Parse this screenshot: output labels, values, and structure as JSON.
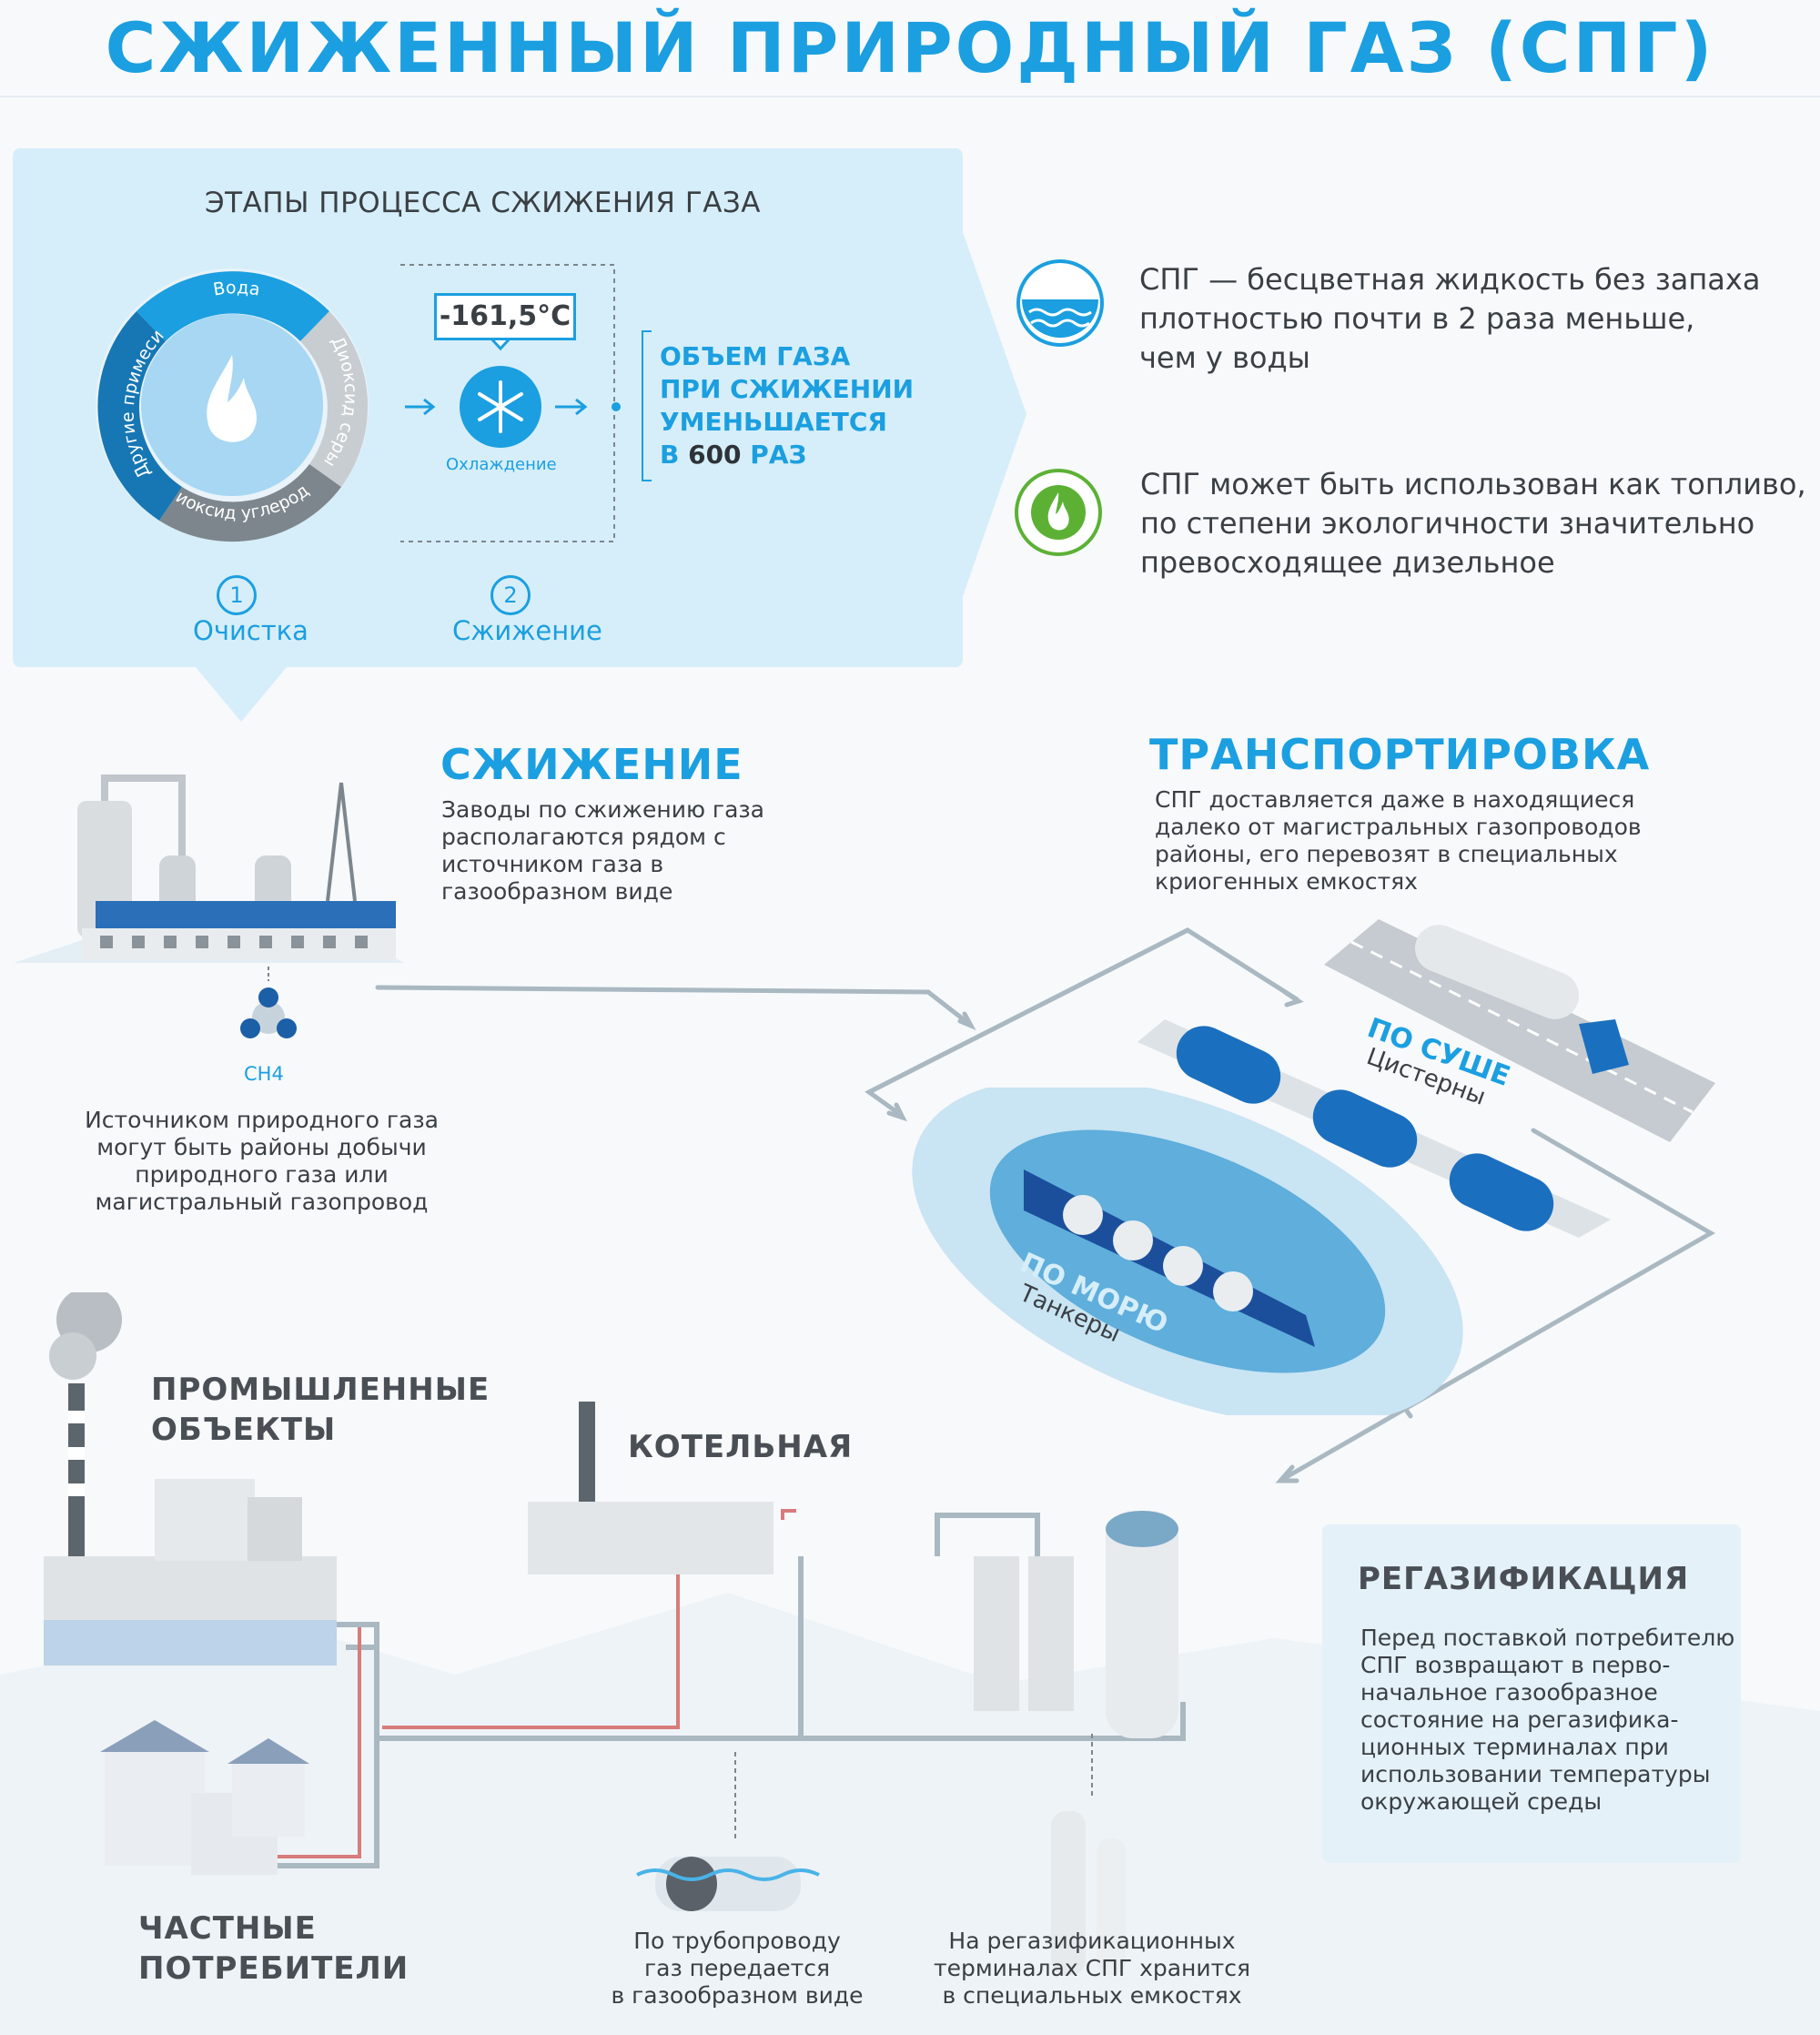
{
  "title": "СЖИЖЕННЫЙ ПРИРОДНЫЙ ГАЗ (СПГ)",
  "stages": {
    "heading": "ЭТАПЫ ПРОЦЕССА СЖИЖЕНИЯ ГАЗА",
    "ring_segments": [
      "Вода",
      "Диоксид серы",
      "Диоксид углерода",
      "Другие примеси"
    ],
    "temperature": "-161,5°C",
    "cooling_label": "Охлаждение",
    "volume_lines": [
      "ОБЪЕМ ГАЗА",
      "ПРИ СЖИЖЕНИИ",
      "УМЕНЬШАЕТСЯ"
    ],
    "volume_prefix": "В ",
    "volume_number": "600",
    "volume_suffix": " РАЗ",
    "steps": [
      {
        "num": "1",
        "label": "Очистка"
      },
      {
        "num": "2",
        "label": "Сжижение"
      }
    ]
  },
  "facts": [
    {
      "icon": "water-icon",
      "color": "#1b9fe0",
      "text": [
        "СПГ — бесцветная жидкость без запаха",
        "плотностью почти в 2 раза меньше,",
        "чем у воды"
      ]
    },
    {
      "icon": "flame-icon",
      "color": "#5cb135",
      "text": [
        "СПГ может быть использован как топливо,",
        "по степени экологичности значительно",
        "превосходящее дизельное"
      ]
    }
  ],
  "liquefaction": {
    "heading": "СЖИЖЕНИЕ",
    "text": [
      "Заводы по сжижению газа",
      "располагаются рядом с",
      "источником газа в",
      "газообразном виде"
    ],
    "molecule": "CH4",
    "source_text": [
      "Источником природного газа",
      "могут быть районы добычи",
      "природного газа или",
      "магистральный газопровод"
    ]
  },
  "transport": {
    "heading": "ТРАНСПОРТИРОВКА",
    "text": [
      "СПГ доставляется даже в находящиеся",
      "далеко от магистральных газопроводов",
      "районы, его перевозят в специальных",
      "криогенных емкостях"
    ],
    "land_title": "ПО СУШЕ",
    "land_sub": "Цистерны",
    "sea_title": "ПО МОРЮ",
    "sea_sub": "Танкеры"
  },
  "consumers": {
    "industrial": [
      "ПРОМЫШЛЕННЫЕ",
      "ОБЪЕКТЫ"
    ],
    "boiler": "КОТЕЛЬНАЯ",
    "private": [
      "ЧАСТНЫЕ",
      "ПОТРЕБИТЕЛИ"
    ],
    "pipeline_text": [
      "По трубопроводу",
      "газ передается",
      "в газообразном виде"
    ],
    "terminal_text": [
      "На регазификационных",
      "терминалах СПГ хранится",
      "в специальных емкостях"
    ]
  },
  "regas": {
    "heading": "РЕГАЗИФИКАЦИЯ",
    "text": [
      "Перед поставкой потребителю",
      "СПГ возвращают в перво-",
      "начальное газообразное",
      "состояние на регазифика-",
      "ционных терминалах при",
      "использовании температуры",
      "окружающей среды"
    ]
  },
  "colors": {
    "accent": "#1b9fe0",
    "green": "#5cb135",
    "pipe_gray": "#a9b8c1",
    "pipe_red": "#d77b7b"
  }
}
